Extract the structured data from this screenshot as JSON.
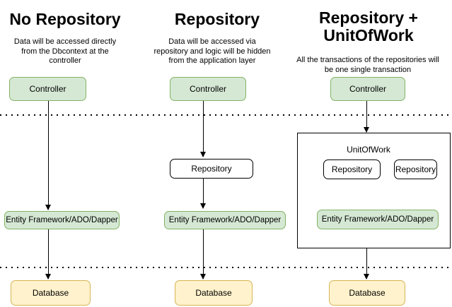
{
  "diagram": {
    "columns": [
      {
        "title": "No Repository",
        "description": "Data will be accessed directly\nfrom the Dbcontext at the\ncontroller",
        "controller": "Controller",
        "ef": "Entity Framework/ADO/Dapper",
        "database": "Database"
      },
      {
        "title": "Repository",
        "description": "Data will be accessed via\nrepository and logic will be hidden\nfrom the application layer",
        "controller": "Controller",
        "repository": "Repository",
        "ef": "Entity Framework/ADO/Dapper",
        "database": "Database"
      },
      {
        "title": "Repository +\nUnitOfWork",
        "description": "All the transactions of the repositories will\nbe one single transaction",
        "controller": "Controller",
        "unitofwork": "UnitOfWork",
        "repository_left": "Repository",
        "repository_right": "Repository",
        "ef": "Entity Framework/ADO/Dapper",
        "database": "Database"
      }
    ],
    "colors": {
      "green_fill": "#d5e8d4",
      "green_border": "#82b366",
      "yellow_fill": "#fff2cc",
      "yellow_border": "#d6b656",
      "white_fill": "#ffffff",
      "dark_border": "#000000",
      "arrow": "#000000",
      "text": "#000000",
      "background": "#ffffff"
    }
  }
}
